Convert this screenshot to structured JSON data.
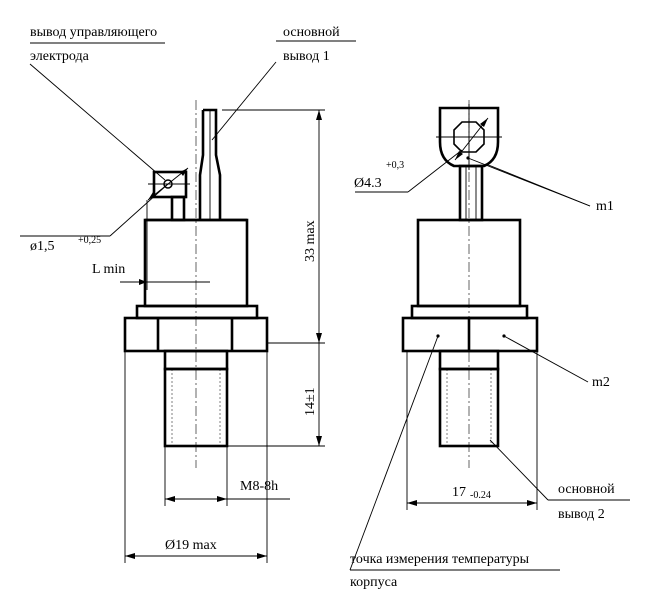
{
  "labels": {
    "gate_line1": "вывод управляющего",
    "gate_line2": "электрода",
    "main1_line1": "основной",
    "main1_line2": "вывод 1",
    "main2_line1": "основной",
    "main2_line2": "вывод 2",
    "temp_line1": "точка измерения температуры",
    "temp_line2": "корпуса",
    "m1": "m1",
    "m2": "m2"
  },
  "dimensions": {
    "gate_hole": "ø1,5",
    "gate_hole_tol": "+0,25",
    "l_min": "L min",
    "height_total": "33 max",
    "stud_length": "14±1",
    "thread": "M8-8h",
    "hex_diameter": "Ø19 max",
    "eye_hole": "Ø4.3",
    "eye_hole_tol": "+0,3",
    "hex_width": "17",
    "hex_width_tol": "-0.24"
  }
}
